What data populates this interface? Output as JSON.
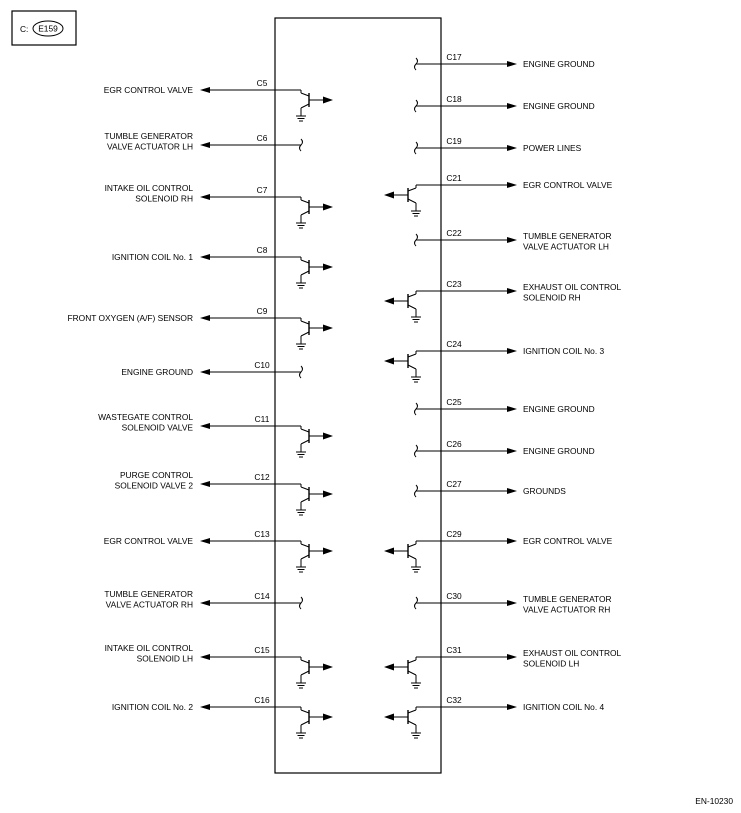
{
  "connector_tag": {
    "prefix": "C:",
    "id": "E159"
  },
  "figure_code": "EN-10230",
  "left": [
    {
      "pin": "C5",
      "lines": [
        "EGR CONTROL VALVE"
      ],
      "symbol": "transistor"
    },
    {
      "pin": "C6",
      "lines": [
        "TUMBLE GENERATOR",
        "VALVE ACTUATOR LH"
      ],
      "symbol": "break"
    },
    {
      "pin": "C7",
      "lines": [
        "INTAKE OIL CONTROL",
        "SOLENOID RH"
      ],
      "symbol": "transistor"
    },
    {
      "pin": "C8",
      "lines": [
        "IGNITION COIL No. 1"
      ],
      "symbol": "transistor"
    },
    {
      "pin": "C9",
      "lines": [
        "FRONT OXYGEN (A/F) SENSOR"
      ],
      "symbol": "transistor"
    },
    {
      "pin": "C10",
      "lines": [
        "ENGINE GROUND"
      ],
      "symbol": "break"
    },
    {
      "pin": "C11",
      "lines": [
        "WASTEGATE CONTROL",
        "SOLENOID VALVE"
      ],
      "symbol": "transistor"
    },
    {
      "pin": "C12",
      "lines": [
        "PURGE CONTROL",
        "SOLENOID VALVE 2"
      ],
      "symbol": "transistor"
    },
    {
      "pin": "C13",
      "lines": [
        "EGR CONTROL VALVE"
      ],
      "symbol": "transistor"
    },
    {
      "pin": "C14",
      "lines": [
        "TUMBLE GENERATOR",
        "VALVE ACTUATOR RH"
      ],
      "symbol": "break"
    },
    {
      "pin": "C15",
      "lines": [
        "INTAKE OIL CONTROL",
        "SOLENOID LH"
      ],
      "symbol": "transistor"
    },
    {
      "pin": "C16",
      "lines": [
        "IGNITION COIL No. 2"
      ],
      "symbol": "transistor"
    }
  ],
  "right": [
    {
      "pin": "C17",
      "lines": [
        "ENGINE GROUND"
      ],
      "symbol": "break"
    },
    {
      "pin": "C18",
      "lines": [
        "ENGINE GROUND"
      ],
      "symbol": "break"
    },
    {
      "pin": "C19",
      "lines": [
        "POWER LINES"
      ],
      "symbol": "break"
    },
    {
      "pin": "C21",
      "lines": [
        "EGR CONTROL VALVE"
      ],
      "symbol": "transistor"
    },
    {
      "pin": "C22",
      "lines": [
        "TUMBLE GENERATOR",
        "VALVE ACTUATOR LH"
      ],
      "symbol": "break"
    },
    {
      "pin": "C23",
      "lines": [
        "EXHAUST OIL CONTROL",
        "SOLENOID RH"
      ],
      "symbol": "transistor"
    },
    {
      "pin": "C24",
      "lines": [
        "IGNITION COIL No. 3"
      ],
      "symbol": "transistor"
    },
    {
      "pin": "C25",
      "lines": [
        "ENGINE GROUND"
      ],
      "symbol": "break"
    },
    {
      "pin": "C26",
      "lines": [
        "ENGINE GROUND"
      ],
      "symbol": "break"
    },
    {
      "pin": "C27",
      "lines": [
        "GROUNDS"
      ],
      "symbol": "break"
    },
    {
      "pin": "C29",
      "lines": [
        "EGR CONTROL VALVE"
      ],
      "symbol": "transistor"
    },
    {
      "pin": "C30",
      "lines": [
        "TUMBLE GENERATOR",
        "VALVE ACTUATOR RH"
      ],
      "symbol": "break"
    },
    {
      "pin": "C31",
      "lines": [
        "EXHAUST OIL CONTROL",
        "SOLENOID LH"
      ],
      "symbol": "transistor"
    },
    {
      "pin": "C32",
      "lines": [
        "IGNITION COIL No. 4"
      ],
      "symbol": "transistor"
    }
  ]
}
